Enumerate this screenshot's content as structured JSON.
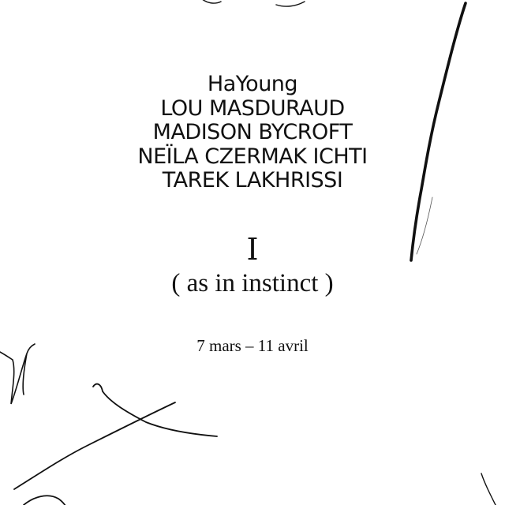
{
  "artists": [
    "HaYoung",
    "LOU MASDURAUD",
    "MADISON BYCROFT",
    "NEÏLA CZERMAK ICHTI",
    "TAREK LAKHRISSI"
  ],
  "title": {
    "letter": "I",
    "subtitle": "( as in instinct )"
  },
  "dates": "7 mars – 11 avril",
  "colors": {
    "background": "#ffffff",
    "ink": "#111111"
  }
}
